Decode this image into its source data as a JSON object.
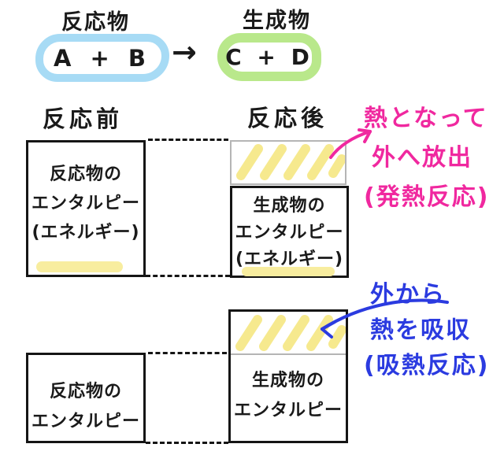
{
  "colors": {
    "ink": "#1a1a1a",
    "blue_ring": "#a7dbf5",
    "green_ring": "#b9e88b",
    "stripe_yellow": "#f6e98e",
    "highlight_yellow": "#f8ed9f",
    "gray_border": "#b5b5b5",
    "pink_ink": "#f0289f",
    "blue_ink": "#2b3be0"
  },
  "equation": {
    "reactants_label": "反応物",
    "products_label": "生成物",
    "reactants": "A + B",
    "arrow": "→",
    "products": "C + D"
  },
  "sections": {
    "before_label": "反応前",
    "after_label": "反応後"
  },
  "boxes": {
    "exo_reactant": {
      "lines": [
        "反応物の",
        "エンタルピー",
        "(エネルギー)"
      ]
    },
    "exo_product": {
      "lines": [
        "生成物の",
        "エンタルピー",
        "(エネルギー)"
      ]
    },
    "endo_reactant": {
      "lines": [
        "反応物の",
        "エンタルピー"
      ]
    },
    "endo_product": {
      "lines": [
        "生成物の",
        "エンタルピー"
      ]
    }
  },
  "annotations": {
    "exothermic": {
      "lines": [
        "熱となって",
        "外へ放出",
        "(発熱反応)"
      ]
    },
    "endothermic": {
      "lines": [
        "外から",
        "熱を吸収",
        "(吸熱反応)"
      ]
    }
  }
}
